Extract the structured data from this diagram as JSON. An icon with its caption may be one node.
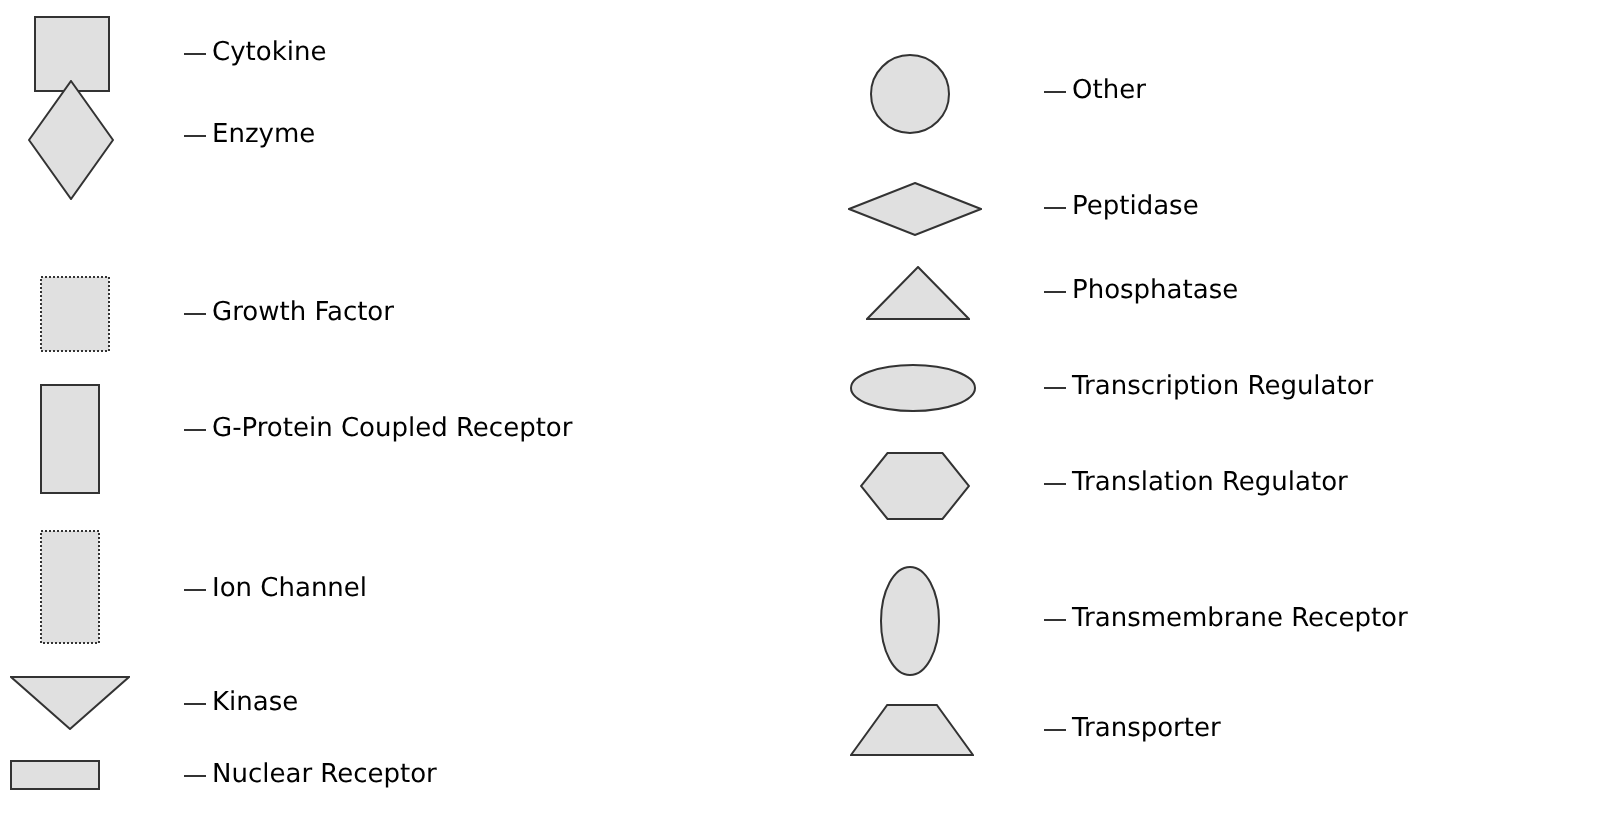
{
  "diagram": {
    "legend": [
      {
        "text": "Cytokine"
      },
      {
        "text": "Enzyme"
      },
      {
        "text": "Growth Factor"
      },
      {
        "text": "G-Protein Coupled Receptor"
      },
      {
        "text": "Ion Channel"
      },
      {
        "text": "Kinase"
      },
      {
        "text": "Nuclear Receptor"
      },
      {
        "text": "Other"
      },
      {
        "text": "Peptidase"
      },
      {
        "text": "Phosphatase"
      },
      {
        "text": "Transcription Regulator"
      },
      {
        "text": "Translation Regulator"
      },
      {
        "text": "Transmembrane Receptor"
      },
      {
        "text": "Transporter"
      }
    ]
  }
}
